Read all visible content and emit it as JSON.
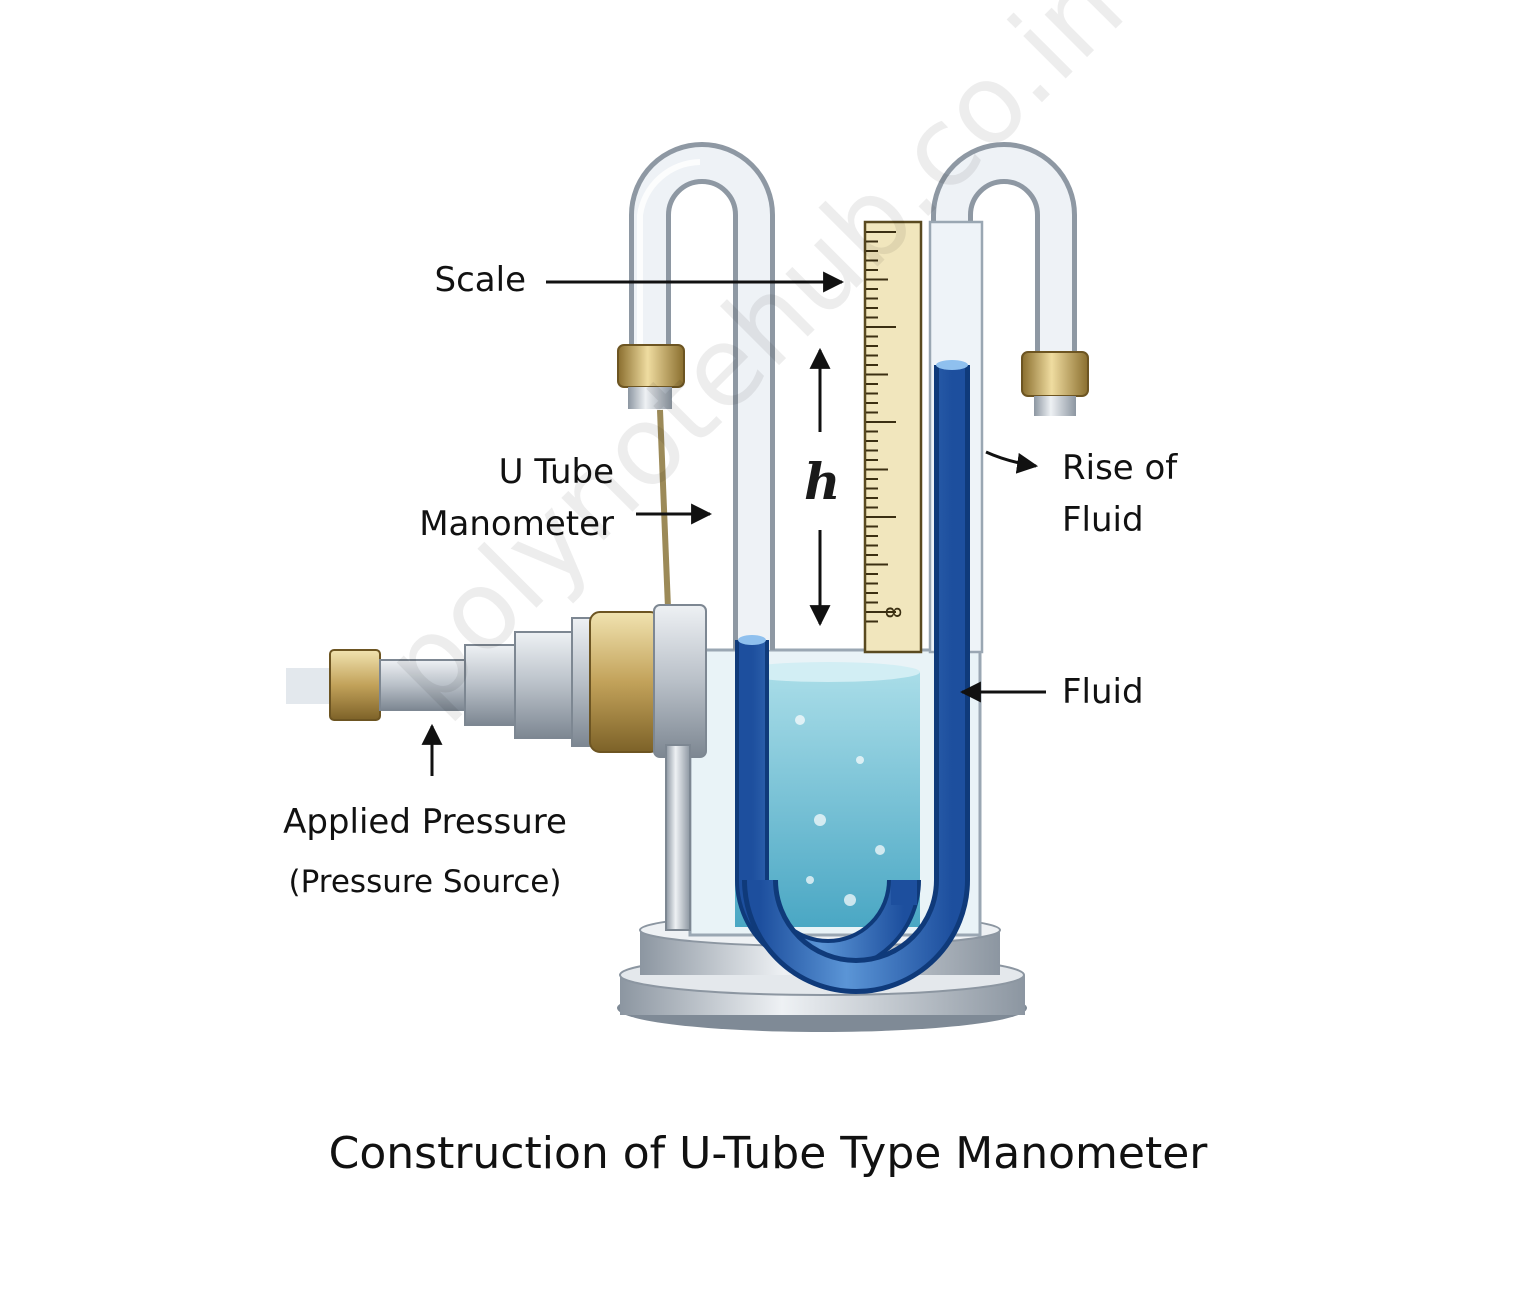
{
  "labels": {
    "scale": "Scale",
    "u_tube_line1": "U Tube",
    "u_tube_line2": "Manometer",
    "rise_line1": "Rise of",
    "rise_line2": "Fluid",
    "fluid": "Fluid",
    "applied_pressure": "Applied Pressure",
    "pressure_source": "(Pressure Source)",
    "height_symbol": "h"
  },
  "scale_mark": "8",
  "caption": "Construction of U-Tube Type Manometer",
  "watermark": "polynotehub.co.in",
  "colors": {
    "fluid_blue": "#2f66b8",
    "water_cyan": "#6fc4d6",
    "brass": "#c2a25a",
    "scale_cream": "#f1e6bd",
    "steel": "#b9c0c8"
  }
}
